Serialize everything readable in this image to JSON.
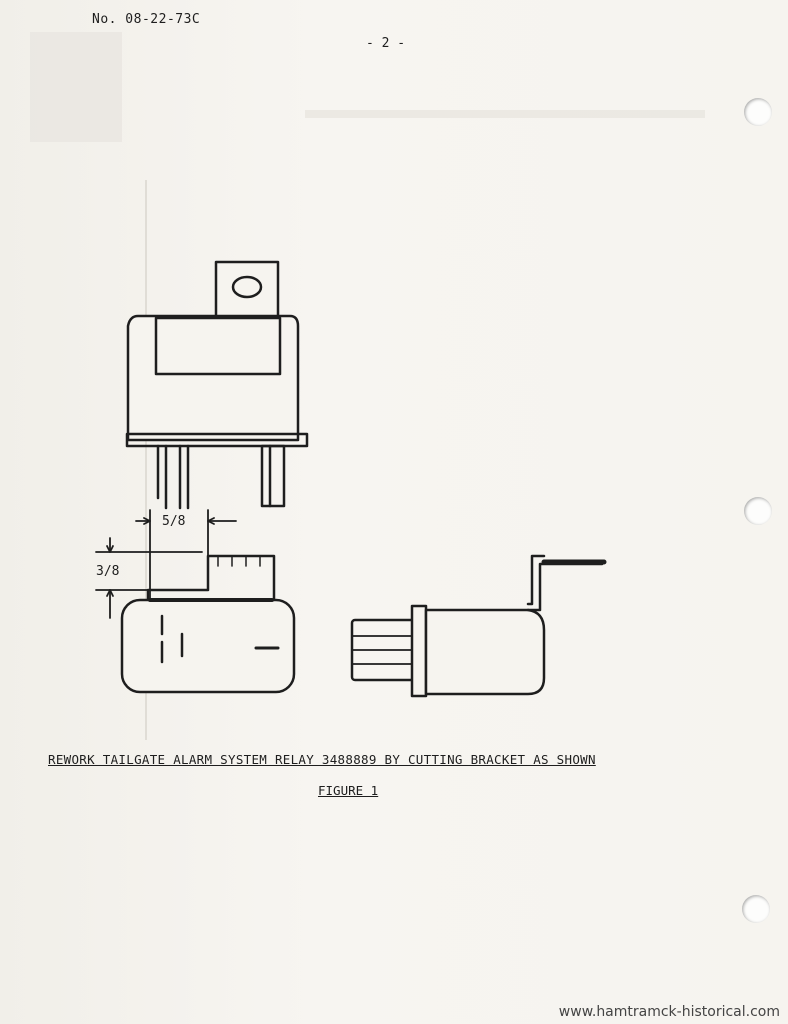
{
  "header": {
    "doc_number": "No. 08-22-73C",
    "page_number": "- 2 -"
  },
  "figure": {
    "dim_width": "5/8",
    "dim_height": "3/8",
    "caption": "REWORK TAILGATE ALARM SYSTEM RELAY 3488889 BY CUTTING BRACKET AS SHOWN",
    "label": "FIGURE 1"
  },
  "footer": {
    "watermark": "www.hamtramck-historical.com"
  }
}
